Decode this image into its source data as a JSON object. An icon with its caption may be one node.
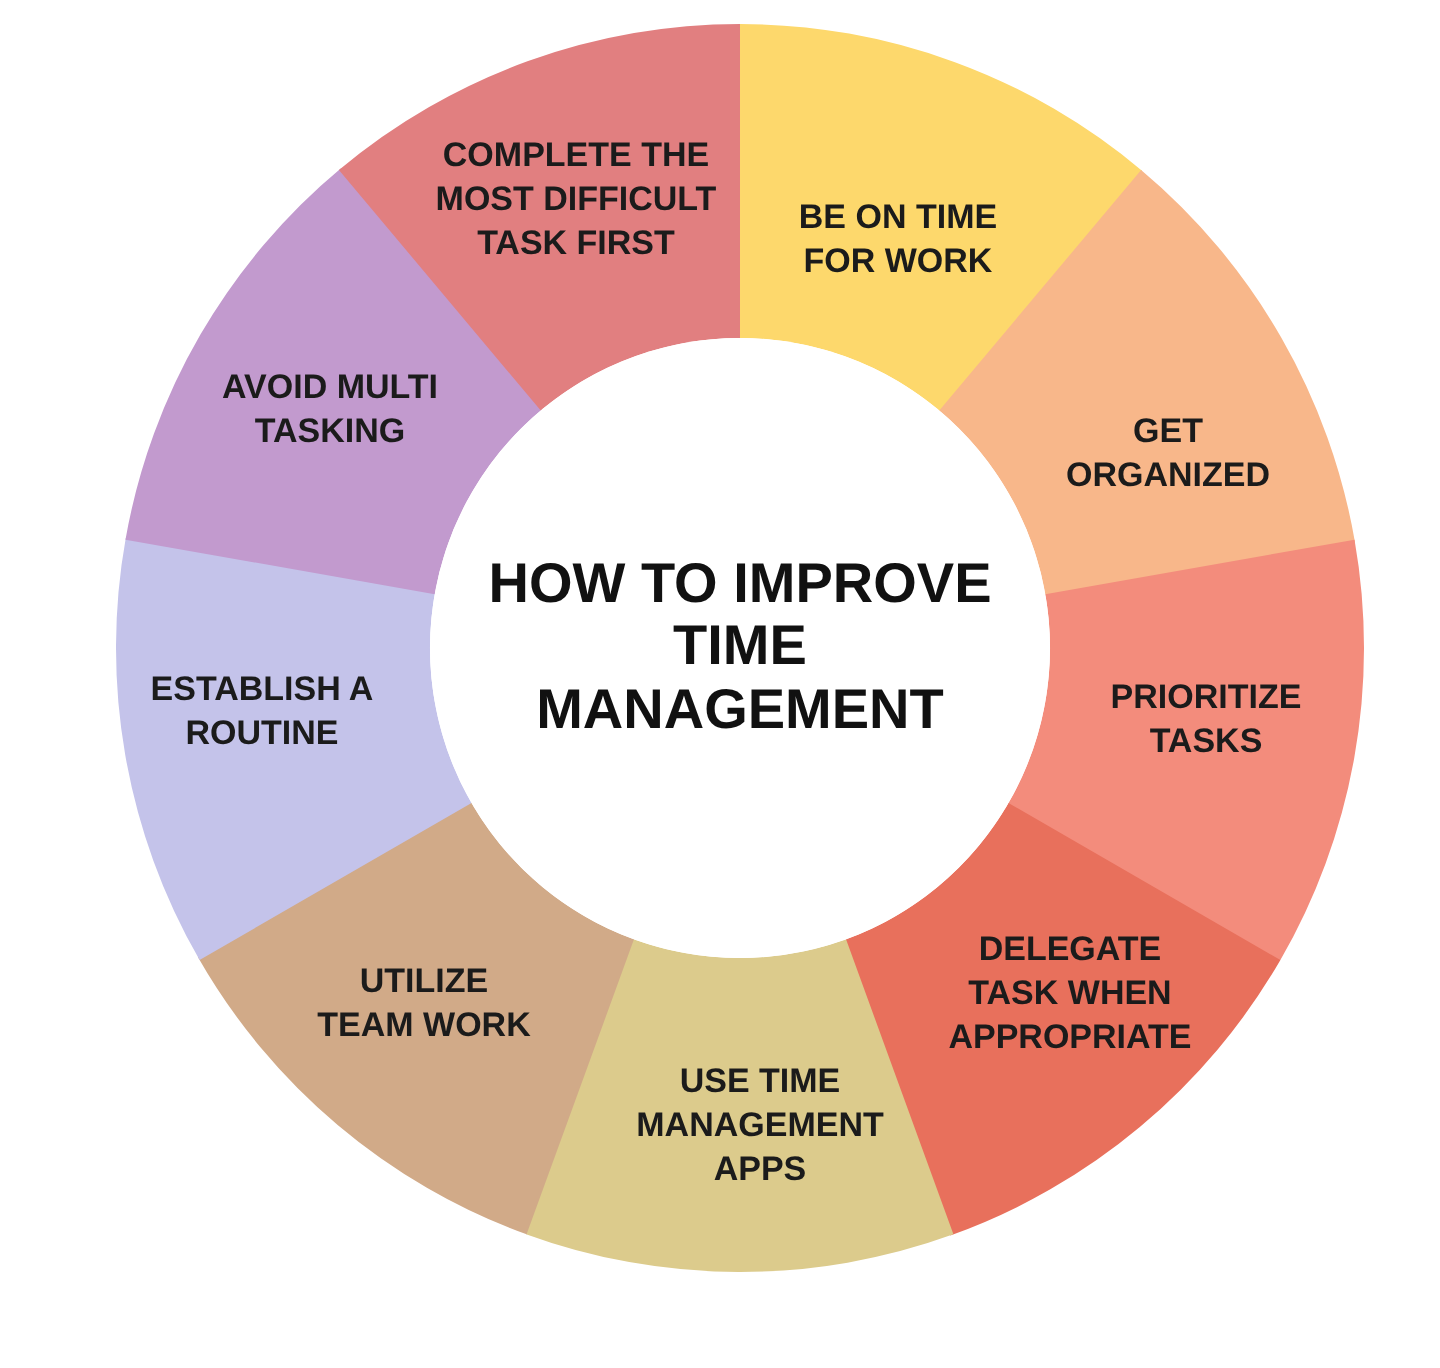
{
  "diagram": {
    "nodes": [
      {
        "text": [
          "HOW TO IMPROVE TIME MANAGEMENT"
        ]
      },
      {
        "text": [
          "BE ON TIME FOR WORK"
        ]
      },
      {
        "text": [
          "GET ORGANIZED"
        ]
      },
      {
        "text": [
          "PRIORITIZE TASKS"
        ]
      },
      {
        "text": [
          "DELEGATE TASK WHEN APPROPRIATE"
        ]
      },
      {
        "text": [
          "USE TIME MANAGEMENT APPS"
        ]
      },
      {
        "text": [
          "UTILIZE TEAM WORK"
        ]
      },
      {
        "text": [
          "ESTABLISH A ROUTINE"
        ]
      },
      {
        "text": [
          "AVOID MULTI TASKING"
        ]
      },
      {
        "text": [
          "COMPLETE THE MOST DIFFICULT TASK FIRST"
        ]
      }
    ]
  }
}
